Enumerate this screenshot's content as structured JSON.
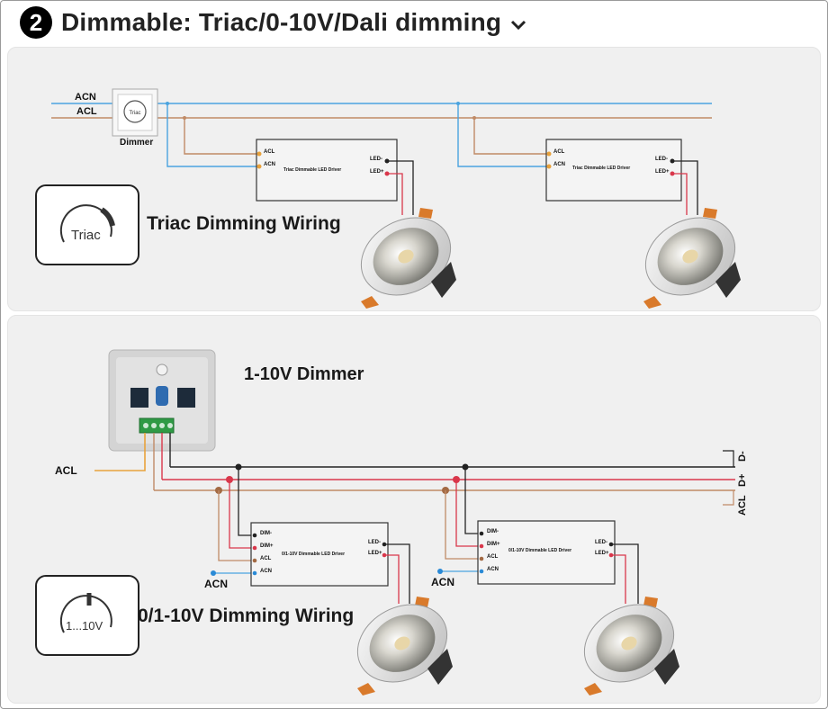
{
  "header": {
    "number": "2",
    "title": "Dimmable: Triac/0-10V/Dali dimming"
  },
  "triac": {
    "title": "Triac Dimming Wiring",
    "icon_text": "Triac",
    "mains_labels": [
      "ACN",
      "ACL"
    ],
    "dimmer_label": "Dimmer",
    "dimmer_knob_text": "Triac",
    "driver_name": "Triac Dimmable LED Driver",
    "driver_inputs": [
      "ACL",
      "ACN"
    ],
    "driver_outputs": [
      "LED-",
      "LED+"
    ]
  },
  "analog": {
    "title": "0/1-10V Dimming Wiring",
    "dimmer_title": "1-10V Dimmer",
    "icon_text": "1...10V",
    "acl_label": "ACL",
    "acn_label": "ACN",
    "bus_labels": [
      "D-",
      "D+",
      "ACL"
    ],
    "driver_name": "0/1-10V Dimmable LED Driver",
    "driver_inputs": [
      "DIM-",
      "DIM+",
      "ACL",
      "ACN"
    ],
    "driver_outputs": [
      "LED-",
      "LED+"
    ]
  },
  "colors": {
    "neutral_wire": "#4aa3df",
    "live_wire": "#c08a66",
    "dim_plus_wire": "#d9374b",
    "dim_minus_wire": "#222222"
  }
}
